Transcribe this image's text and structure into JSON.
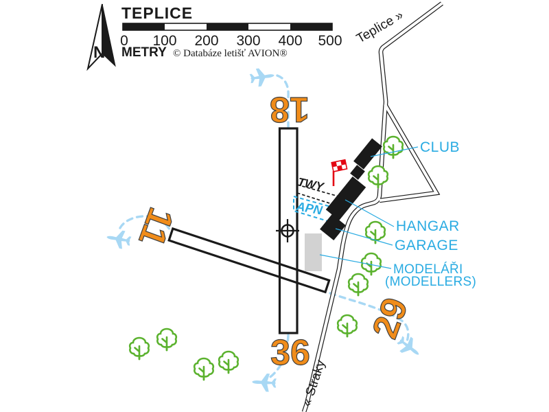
{
  "title": "TEPLICE",
  "compass": {
    "label": "N"
  },
  "scale_bar": {
    "ticks": [
      "0",
      "100",
      "200",
      "300",
      "400",
      "500"
    ],
    "unit_label": "METRY",
    "copyright": "© Databáze letišť AVION®"
  },
  "roads": {
    "north_label": "Teplice »",
    "south_label": "« Straky"
  },
  "runway_numbers": {
    "rwy18": "18",
    "rwy36": "36",
    "rwy11": "11",
    "rwy29": "29"
  },
  "airfield_labels": {
    "taxiway": "TWY",
    "apron": "APN"
  },
  "building_labels": {
    "club": "CLUB",
    "hangar": "HANGAR",
    "garage": "GARAGE",
    "modellers_cz": "MODELÁŘI",
    "modellers_en": "(MODELLERS)"
  },
  "colors": {
    "label_cyan": "#29ABE2",
    "runway_orange": "#F08C1A",
    "tree_green": "#5BB22E",
    "circuit_blue": "#A8D8F4",
    "windsock_red": "#E30613",
    "building_black": "#1a1a1a",
    "modellers_grey": "#D2D2D2"
  }
}
